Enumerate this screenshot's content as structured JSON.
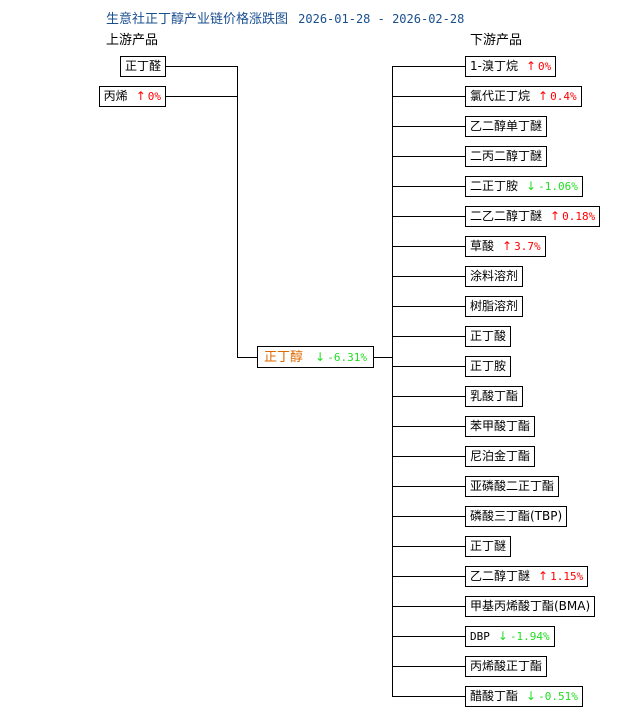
{
  "title": {
    "text": "生意社正丁醇产业链价格涨跌图",
    "date_range": "2026-01-28 - 2026-02-28"
  },
  "headers": {
    "upstream": "上游产品",
    "downstream": "下游产品"
  },
  "colors": {
    "title": "#1a4f8f",
    "center": "#e06a00",
    "up": "#ff0000",
    "down": "#22dd22"
  },
  "center": {
    "name": "正丁醇",
    "direction": "down",
    "arrow": "↓",
    "change": "-6.31%"
  },
  "upstream": [
    {
      "name": "正丁醛",
      "direction": null,
      "arrow": "",
      "change": ""
    },
    {
      "name": "丙烯",
      "direction": "up",
      "arrow": "↑",
      "change": "0%"
    }
  ],
  "downstream": [
    {
      "name": "1-溴丁烷",
      "direction": "up",
      "arrow": "↑",
      "change": "0%"
    },
    {
      "name": "氯代正丁烷",
      "direction": "up",
      "arrow": "↑",
      "change": "0.4%"
    },
    {
      "name": "乙二醇单丁醚",
      "direction": null,
      "arrow": "",
      "change": ""
    },
    {
      "name": "二丙二醇丁醚",
      "direction": null,
      "arrow": "",
      "change": ""
    },
    {
      "name": "二正丁胺",
      "direction": "down",
      "arrow": "↓",
      "change": "-1.06%"
    },
    {
      "name": "二乙二醇丁醚",
      "direction": "up",
      "arrow": "↑",
      "change": "0.18%"
    },
    {
      "name": "草酸",
      "direction": "up",
      "arrow": "↑",
      "change": "3.7%"
    },
    {
      "name": "涂料溶剂",
      "direction": null,
      "arrow": "",
      "change": ""
    },
    {
      "name": "树脂溶剂",
      "direction": null,
      "arrow": "",
      "change": ""
    },
    {
      "name": "正丁酸",
      "direction": null,
      "arrow": "",
      "change": ""
    },
    {
      "name": "正丁胺",
      "direction": null,
      "arrow": "",
      "change": ""
    },
    {
      "name": "乳酸丁酯",
      "direction": null,
      "arrow": "",
      "change": ""
    },
    {
      "name": "苯甲酸丁酯",
      "direction": null,
      "arrow": "",
      "change": ""
    },
    {
      "name": "尼泊金丁酯",
      "direction": null,
      "arrow": "",
      "change": ""
    },
    {
      "name": "亚磷酸二正丁酯",
      "direction": null,
      "arrow": "",
      "change": ""
    },
    {
      "name": "磷酸三丁酯(TBP)",
      "direction": null,
      "arrow": "",
      "change": ""
    },
    {
      "name": "正丁醚",
      "direction": null,
      "arrow": "",
      "change": ""
    },
    {
      "name": "乙二醇丁醚",
      "direction": "up",
      "arrow": "↑",
      "change": "1.15%"
    },
    {
      "name": "甲基丙烯酸丁酯(BMA)",
      "direction": null,
      "arrow": "",
      "change": ""
    },
    {
      "name": "DBP",
      "direction": "down",
      "arrow": "↓",
      "change": "-1.94%"
    },
    {
      "name": "丙烯酸正丁酯",
      "direction": null,
      "arrow": "",
      "change": ""
    },
    {
      "name": "醋酸丁酯",
      "direction": "down",
      "arrow": "↓",
      "change": "-0.51%"
    }
  ]
}
